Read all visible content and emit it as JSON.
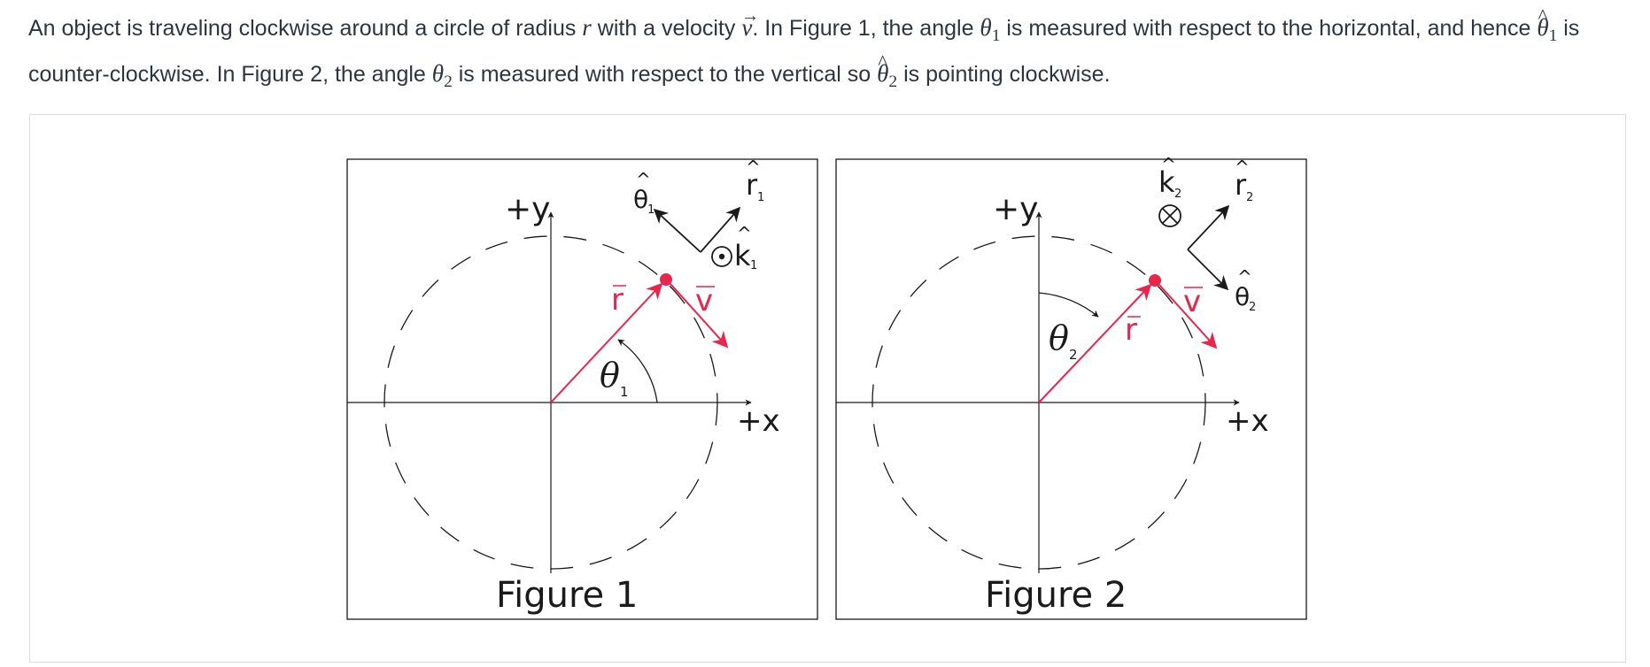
{
  "intro": {
    "part1": "An object is traveling clockwise around a circle of radius ",
    "var_r": "r",
    "part2": " with a velocity ",
    "var_v": "v",
    "part3": ". In Figure 1, the angle ",
    "var_theta": "θ",
    "sub1": "1",
    "part4": " is measured with respect to the horizontal, and hence ",
    "part5": " is counter-clockwise. In Figure 2, the angle ",
    "sub2": "2",
    "part6": " is measured with respect to the vertical so ",
    "part7": " is pointing clockwise."
  },
  "figures": [
    {
      "caption": "Figure 1",
      "y_axis_label": "+y",
      "x_axis_label": "+x",
      "r_label": "r",
      "v_label": "v",
      "angle_label": "θ",
      "angle_sub": "1",
      "theta_hat_label": "θ",
      "theta_hat_sub": "1",
      "r_hat_label": "r",
      "r_hat_sub": "1",
      "k_hat_label": "k",
      "k_hat_sub": "1",
      "k_symbol": "out-of-page"
    },
    {
      "caption": "Figure 2",
      "y_axis_label": "+y",
      "x_axis_label": "+x",
      "r_label": "r",
      "v_label": "v",
      "angle_label": "θ",
      "angle_sub": "2",
      "theta_hat_label": "θ",
      "theta_hat_sub": "2",
      "r_hat_label": "r",
      "r_hat_sub": "2",
      "k_hat_label": "k",
      "k_hat_sub": "2",
      "k_symbol": "into-page"
    }
  ],
  "colors": {
    "vector_red": "#e8254a",
    "line_black": "#1a1a1a",
    "card_border": "#d9dce1"
  }
}
